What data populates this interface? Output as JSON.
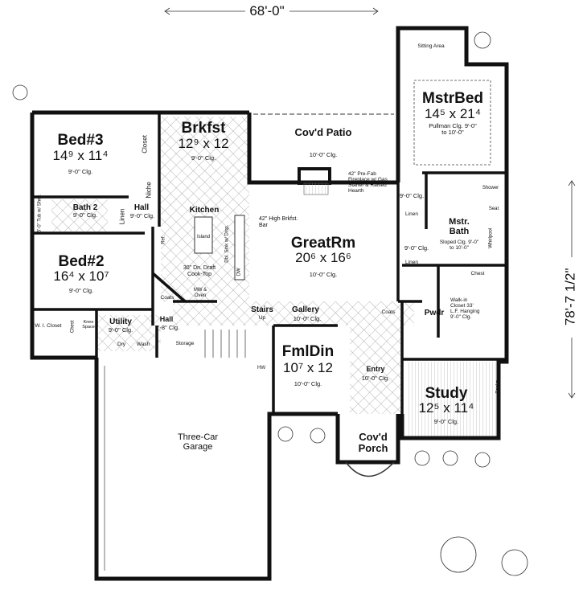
{
  "overall": {
    "width": "68'-0\"",
    "depth": "78'-7 1/2\""
  },
  "rooms": {
    "bed3": {
      "name": "Bed#3",
      "size": "14⁹ x 11⁴",
      "ceiling": "9'-0\" Clg."
    },
    "bed2": {
      "name": "Bed#2",
      "size": "16⁴ x 10⁷",
      "ceiling": "9'-0\" Clg."
    },
    "bath2": {
      "name": "Bath 2",
      "ceiling": "9'-0\" Clg."
    },
    "tub": "5'-0\" Tub w/ Shwr.",
    "closet": "Closet",
    "niche": "Niche",
    "linen1": "Linen",
    "hall1": {
      "name": "Hall",
      "ceiling": "9'-0\" Clg."
    },
    "brkfst": {
      "name": "Brkfst",
      "size": "12⁹ x 12",
      "ceiling": "9'-0\" Clg."
    },
    "kitchen": {
      "name": "Kitchen"
    },
    "island": "Island",
    "ref": "Ref.",
    "sink": "Dbl. Sink w/ Disp.",
    "dw": "DW",
    "cooktop": "30\" Dn. Draft Cook-Top",
    "mw": "MW & Oven",
    "bar": "42\" High Brkfst. Bar",
    "patio": {
      "name": "Cov'd Patio",
      "ceiling": "10'-0\" Clg."
    },
    "fireplace": "42\" Pre-Fab Fireplace w/ Gas Starter & Raised Hearth",
    "greatrm": {
      "name": "GreatRm",
      "size": "20⁶ x 16⁶",
      "ceiling": "10'-0\" Clg."
    },
    "sitting": "Sitting Area",
    "mstrbed": {
      "name": "MstrBed",
      "size": "14⁵ x 21⁴",
      "ceiling": "Pullman Clg. 9'-0\" to 10'-0\""
    },
    "hall_m": "9'-0\" Clg.",
    "linen2": "Linen",
    "linen3": "Linen",
    "wc": "9'-0\" Clg.",
    "mstrbath": {
      "name": "Mstr. Bath",
      "ceiling": "Sloped Clg. 9'-0\" to 10'-0\""
    },
    "shower": "Shower",
    "seat": "Seat",
    "whirlpool": "Whirlpool",
    "chest1": "Chest",
    "walkin": "Walk-in Closet 33' L.F. Hanging 9'-0\" Clg.",
    "pwdr": "Pwdr",
    "coats1": "Coats",
    "coats2": "Coats",
    "stairs": {
      "name": "Stairs",
      "sub": "Up"
    },
    "gallery": {
      "name": "Gallery",
      "ceiling": "10'-0\" Clg."
    },
    "fmldin": {
      "name": "FmlDin",
      "size": "10⁷ x 12",
      "ceiling": "10'-0\" Clg."
    },
    "entry": {
      "name": "Entry",
      "ceiling": "10'-0\" Clg."
    },
    "study": {
      "name": "Study",
      "size": "12⁵ x 11⁴",
      "ceiling": "9'-0\" Clg."
    },
    "books": "Books",
    "porch": {
      "name": "Cov'd Porch"
    },
    "hw": "HW",
    "wicloset": "W. I. Closet",
    "chest2": "Chest",
    "knee": "Knee Space",
    "utility": {
      "name": "Utility",
      "ceiling": "9'-0\" Clg."
    },
    "dry": "Dry",
    "wash": "Wash",
    "hall2": {
      "name": "Hall",
      "ceiling": "7'-8\" Clg."
    },
    "storage": "Storage",
    "garage": {
      "name": "Three-Car Garage"
    }
  }
}
